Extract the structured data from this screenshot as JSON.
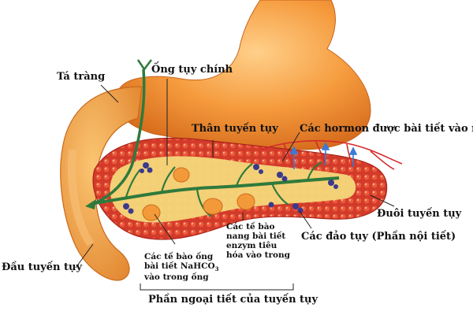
{
  "labels": {
    "ta_trang": "Tá tràng",
    "ong_tuy_chinh": "Ống tụy chính",
    "than_tuyen_tuy": "Thân tuyến tụy",
    "cac_hormon": "Các hormon được bài tiết vào má",
    "duoi_tuyen_tuy": "Đuôi tuyến tụy",
    "cac_dao_tuy": "Các đảo tụy (Phần nội tiết)",
    "dau_tuyen_tuy": "Đầu tuyến tụy",
    "te_bao_ong": {
      "line1": "Các tế bào ống",
      "line2_pre": "bài tiết NaHCO",
      "line2_sub": "3",
      "line3": "vào trong ống"
    },
    "te_bao_nang": {
      "line1": "Các tế bào",
      "line2": "nang bài tiết",
      "line3": "enzym tiêu",
      "line4": "hóa vào trong"
    },
    "phan_ngoai_tiet": "Phần ngoại tiết của tuyến tụy"
  },
  "colors": {
    "stomach": "#f59a3c",
    "duodenum": "#f4a23e",
    "pancreas_red": "#d8382a",
    "pancreas_yellow": "#f4d77a",
    "duct": "#2f7a3c",
    "islet": "#3b3a8c",
    "vessel": "#d42a2a",
    "arrow_blue": "#3a7ad8"
  }
}
